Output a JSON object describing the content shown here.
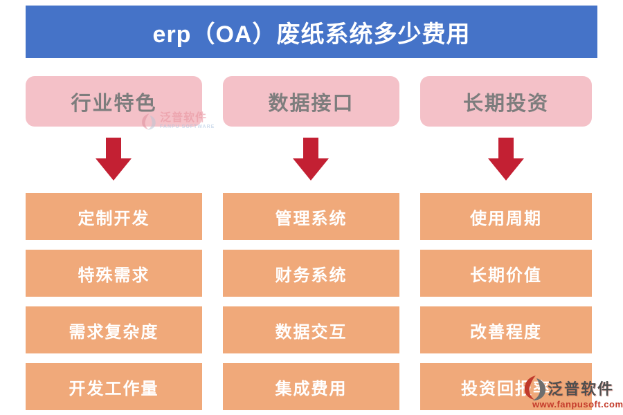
{
  "title": "erp（OA）废纸系统多少费用",
  "colors": {
    "title_bg": "#4573C8",
    "title_text": "#FFFFFF",
    "category_bg": "#F4C1C8",
    "category_text": "#7D7D7D",
    "item_bg": "#F0A97A",
    "item_text": "#FFFFFF",
    "arrow": "#C32033"
  },
  "columns": [
    {
      "header": "行业特色",
      "items": [
        "定制开发",
        "特殊需求",
        "需求复杂度",
        "开发工作量"
      ]
    },
    {
      "header": "数据接口",
      "items": [
        "管理系统",
        "财务系统",
        "数据交互",
        "集成费用"
      ]
    },
    {
      "header": "长期投资",
      "items": [
        "使用周期",
        "长期价值",
        "改善程度",
        "投资回报率"
      ]
    }
  ],
  "watermarks": {
    "inline": {
      "brand": "泛普软件",
      "subtitle": "FANPU SOFTWARE"
    },
    "corner": {
      "brand": "泛普软件",
      "url": "www.fanpusoft.com"
    }
  }
}
